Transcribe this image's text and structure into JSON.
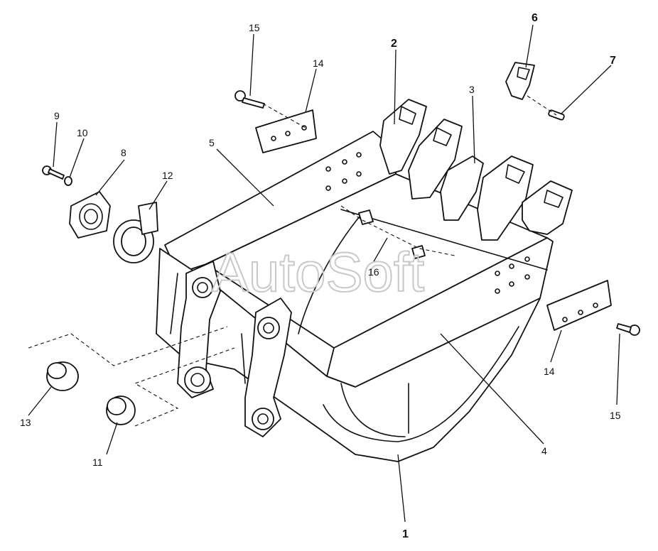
{
  "watermark": "AutoSoft",
  "callouts": {
    "c1": "1",
    "c2": "2",
    "c3": "3",
    "c4": "4",
    "c5": "5",
    "c6": "6",
    "c7": "7",
    "c8": "8",
    "c9": "9",
    "c10": "10",
    "c11": "11",
    "c12": "12",
    "c13": "13",
    "c14a": "14",
    "c14b": "14",
    "c15a": "15",
    "c15b": "15",
    "c16": "16"
  }
}
